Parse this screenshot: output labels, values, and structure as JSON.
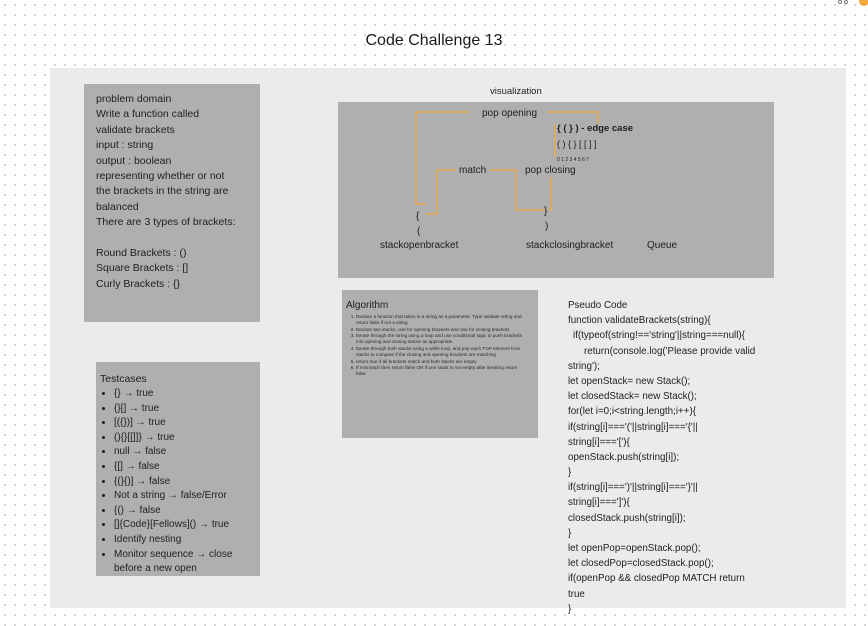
{
  "title": "Code Challenge 13",
  "problem": {
    "lines": [
      "problem domain",
      "Write a function called",
      "validate brackets",
      "input : string",
      "output : boolean",
      "representing whether or not",
      "the brackets in the string are",
      "balanced",
      "There are 3 types of brackets:",
      "",
      "Round Brackets : ()",
      "Square Brackets : []",
      "Curly Brackets : {}"
    ]
  },
  "visualization": {
    "label": "visualization",
    "pop_opening": "pop opening",
    "edge_case": "{ ( } ) - edge case",
    "example": "( ) { } [ [ ] ]",
    "indices": "0 1 2 3 4 5 6 7",
    "match": "match",
    "pop_closing": "pop closing",
    "open_curly": "{",
    "open_round": "(",
    "close_curly": "}",
    "close_round": ")",
    "stack_open": "stackopenbracket",
    "stack_closing": "stackclosingbracket",
    "queue": "Queue",
    "connector_color": "#f2a93b"
  },
  "algorithm": {
    "title": "Algorithm",
    "steps": [
      "Declare a function that takes in a string as a parameter. Type validate string and return false if not a string",
      "Declare two stacks, one for opening brackets and one for closing brackets",
      "Iterate through the string using a loop and use conditional logic to push brackets into opening and closing stacks as appropriate",
      "Iterate through both stacks using a while loop, and pop each TOP element from stacks to compare if the closing and opening brackets are matching",
      "return true if all brackets match and both stacks are empty",
      "If mismatch then return false OR if one stack is not empty after iterating return false"
    ]
  },
  "testcases": {
    "title": "Testcases",
    "items": [
      "{}  → true",
      "{}[] → true",
      "[({})] → true",
      "(){}[[]]} → true",
      "null → false",
      "{[] → false",
      "{(}{)] → false",
      "Not a string → false/Error",
      "{() → false",
      "[]{Code}[Fellows]() → true",
      "Identify nesting",
      "Monitor sequence → close",
      "before a new open"
    ]
  },
  "pseudo": {
    "lines": [
      "Pseudo Code",
      "function validateBrackets(string){",
      "if(typeof(string!=='string'||string===null){",
      "return(console.log('Please provide valid",
      "string');",
      "let openStack= new Stack();",
      "let closedStack= new Stack();",
      "for(let i=0;i<string.length;i++){",
      "if(string[i]==='('||string[i]==='{'||",
      "string[i]==='['){",
      "openStack.push(string[i]);",
      "}",
      "if(string[i]===')'||string[i]==='}'||",
      "string[i]===']'){",
      "closedStack.push(string[i]);",
      "}",
      "let openPop=openStack.pop();",
      "let closedPop=closedStack.pop();",
      "if(openPop && closedPop MATCH return",
      "true",
      "}"
    ]
  }
}
